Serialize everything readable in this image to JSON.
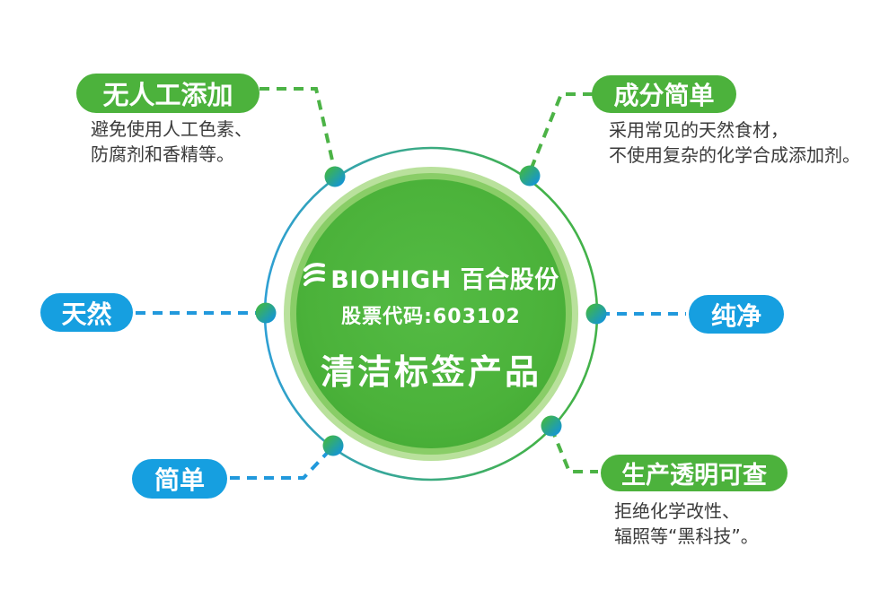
{
  "center": {
    "brand": "BIOHIGH 百合股份",
    "stock_code": "股票代码:603102",
    "title": "清洁标签产品"
  },
  "nodes": {
    "no_additives": {
      "label": "无人工添加",
      "desc_line1": "避免使用人工色素、",
      "desc_line2": "防腐剂和香精等。"
    },
    "simple_ingredients": {
      "label": "成分简单",
      "desc_line1": "采用常见的天然食材，",
      "desc_line2": "不使用复杂的化学合成添加剂。"
    },
    "natural": {
      "label": "天然"
    },
    "pure": {
      "label": "纯净"
    },
    "simple": {
      "label": "简单"
    },
    "transparent_production": {
      "label": "生产透明可查",
      "desc_line1": "拒绝化学改性、",
      "desc_line2": "辐照等“黑科技”。"
    }
  },
  "colors": {
    "pill_green": "#4cb23c",
    "pill_blue": "#169fe0",
    "disc_green": "#4bb23a",
    "disc_rim_light": "#b9e19c",
    "disc_rim_mid": "#89cd67",
    "ring_blue": "#2e9fd6",
    "ring_green": "#43b24a",
    "dash_blue": "#2199dc",
    "dash_green": "#4cb346",
    "dot_green": "#3fb54b",
    "dot_blue": "#1495d3",
    "desc_text": "#3b3b3b"
  }
}
